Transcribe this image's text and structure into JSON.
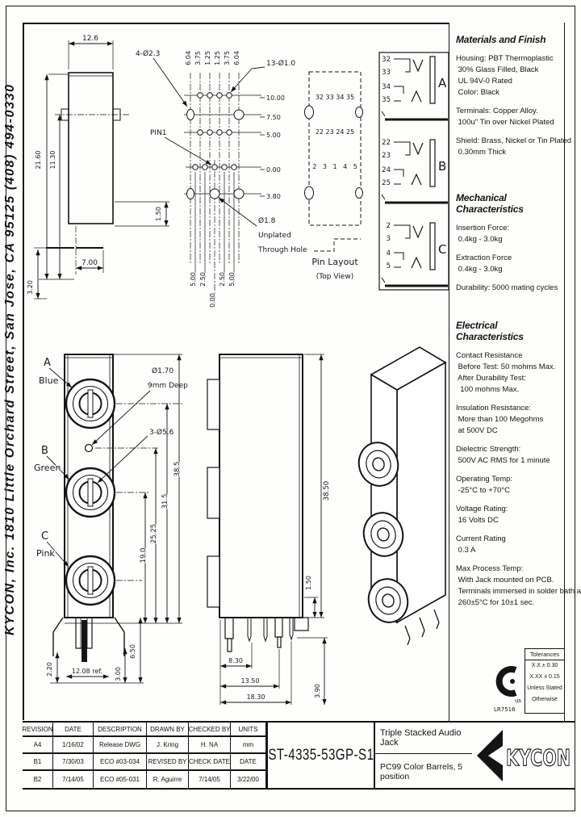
{
  "colors": {
    "ink": "#141414",
    "paper": "#fefefc"
  },
  "sidebar": {
    "company": "KYCON, Inc. 1810 Little Orchard Street, San Jose, CA 95125 (408) 494-0330"
  },
  "specs": {
    "materials": {
      "title": "Materials and Finish",
      "groups": [
        [
          "Housing: PBT Thermoplastic",
          " 30% Glass Filled, Black",
          " UL 94V-0 Rated",
          " Color: Black"
        ],
        [
          "Terminals: Copper Alloy.",
          " 100u\" Tin over Nickel Plated"
        ],
        [
          "Shield: Brass, Nickel or Tin Plated",
          " 0.30mm Thick"
        ]
      ]
    },
    "mechanical": {
      "title": "Mechanical Characteristics",
      "groups": [
        [
          "Insertion Force:",
          " 0.4kg - 3.0kg"
        ],
        [
          "Extraction Force",
          " 0.4kg - 3.0kg"
        ],
        [
          "Durability: 5000 mating cycles"
        ]
      ]
    },
    "electrical": {
      "title": "Electrical Characteristics",
      "groups": [
        [
          "Contact Resistance",
          " Before Test: 50 mohms Max.",
          " After Durability Test:",
          "  100 mohms Max."
        ],
        [
          "Insulation Resistance:",
          " More than 100 Megohms",
          " at 500V DC"
        ],
        [
          "Dielectric Strength:",
          " 500V AC RMS for 1 minute"
        ],
        [
          "Operating Temp:",
          " -25°C to +70°C"
        ],
        [
          "Voltage Rating:",
          " 16 Volts DC"
        ],
        [
          "Current Rating",
          " 0.3 A"
        ],
        [
          "Max Process Temp:",
          " With Jack mounted on PCB.",
          " Terminals immersed in solder bath at",
          " 260±5°C for 10±1 sec."
        ]
      ]
    }
  },
  "tolerances": {
    "title": "Tolerances",
    "lines": [
      "X.X ± 0.30",
      "X.XX ± 0.15",
      "Unless Stated",
      "Otherwise"
    ]
  },
  "cert": {
    "file": "LR7516",
    "suffix": "us"
  },
  "top_front": {
    "w": "12.6",
    "h_outer": "21.60",
    "h_inner": "11.30",
    "tab": "1.50",
    "leg_pitch": "7.00",
    "leg": "3.20"
  },
  "hole_pattern": {
    "callout_a": "4-Ø2.3",
    "callout_b": "13-Ø1.0",
    "pin1": "PIN1",
    "col_dims": [
      "6.04",
      "3.75",
      "1.25",
      "1.25",
      "3.75",
      "6.04"
    ],
    "row_dims": [
      "10.00",
      "7.50",
      "5.00",
      "0.00",
      "3.80"
    ],
    "unplated": [
      "Ø1.8",
      "Unplated",
      "Through Hole"
    ],
    "bottom_dims": [
      "5.00",
      "2.50",
      "2.50",
      "5.00"
    ],
    "bottom_origin": "0.00"
  },
  "pin_layout": {
    "caption": "Pin Layout",
    "subcaption": "(Top View)",
    "row1": "32 33 34 35",
    "row2": "22 23 24 25",
    "row3": "2 3 1 4 5"
  },
  "schematic": {
    "sections": [
      {
        "label": "A",
        "pins": [
          "32",
          "33",
          "34",
          "35"
        ]
      },
      {
        "label": "B",
        "pins": [
          "22",
          "23",
          "24",
          "25"
        ]
      },
      {
        "label": "C",
        "pins": [
          "2",
          "3",
          "4",
          "5"
        ]
      }
    ]
  },
  "front_view": {
    "jack_a": "A",
    "jack_a_color": "Blue",
    "jack_b": "B",
    "jack_b_color": "Green",
    "jack_c": "C",
    "jack_c_color": "Pink",
    "hole_dia": "Ø1.70",
    "hole_depth": "9mm Deep",
    "barrel_callout": "3-Ø5.6",
    "dim_385": "38.5",
    "dim_315": "31.5",
    "dim_2525": "25.25",
    "dim_190": "19.0",
    "dim_650": "6.50",
    "dim_300": "3.00",
    "dim_220": "2.20",
    "dim_ref": "12.08 ref."
  },
  "side_view": {
    "dim_3850": "38.50",
    "dim_150": "1.50",
    "dim_830": "8.30",
    "dim_1350": "13.50",
    "dim_1830": "18.30",
    "dim_390": "3.90"
  },
  "revisions": {
    "headers": [
      "REVISION",
      "DATE",
      "DESCRIPTION",
      "DRAWN BY",
      "CHECKED BY",
      "UNITS"
    ],
    "rows": [
      [
        "A4",
        "1/16/02",
        "Release DWG",
        "J. Kring",
        "H. NA",
        "mm"
      ],
      [
        "B1",
        "7/30/03",
        "ECO #03-034",
        "REVISED BY",
        "CHECK DATE",
        "DATE"
      ],
      [
        "B2",
        "7/14/05",
        "ECO #05-031",
        "R. Aguirre",
        "7/14/05",
        "3/22/00"
      ]
    ]
  },
  "title_block": {
    "part_number": "ST-4335-53GP-S1",
    "title": "Triple Stacked Audio Jack",
    "subtitle": "PC99 Color Barrels, 5 position",
    "brand": "KYCON"
  }
}
